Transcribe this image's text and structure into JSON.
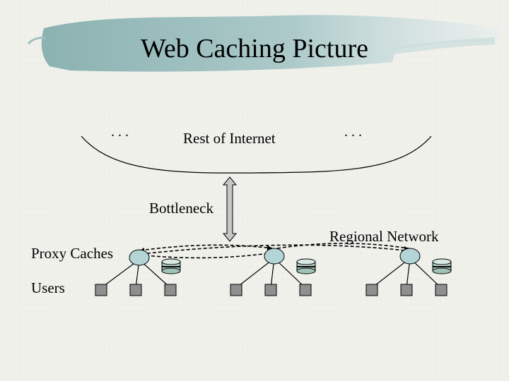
{
  "title": "Web Caching Picture",
  "labels": {
    "ellipsis_left": ". . .",
    "ellipsis_right": ". . .",
    "internet": "Rest of Internet",
    "bottleneck": "Bottleneck",
    "regional_network": "Regional Network",
    "proxy_caches": "Proxy Caches",
    "users": "Users"
  },
  "colors": {
    "banner": "#8fb6b6",
    "router_fill": "#b3d5d5",
    "disk_fill": "#cfe3dc",
    "user_fill": "#8f8f8f"
  }
}
